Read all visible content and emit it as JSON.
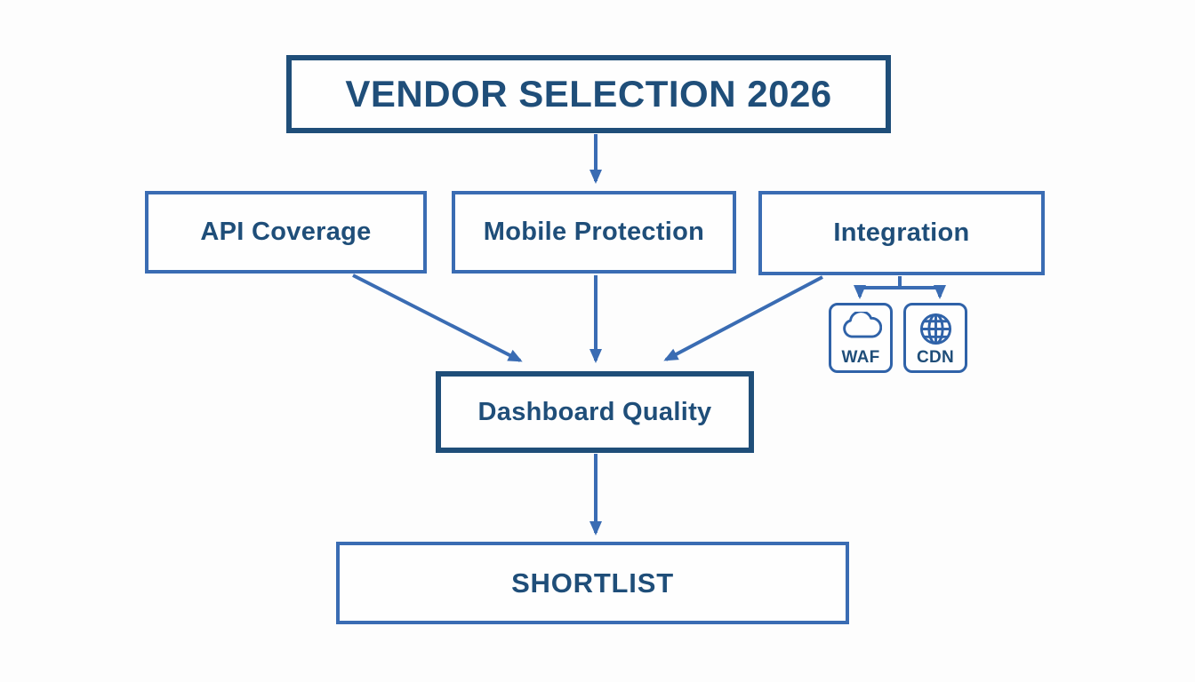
{
  "diagram": {
    "title": "VENDOR SELECTION 2026",
    "criteria": [
      {
        "label": "API Coverage"
      },
      {
        "label": "Mobile Protection"
      },
      {
        "label": "Integration"
      }
    ],
    "evaluation": {
      "label": "Dashboard Quality"
    },
    "result": {
      "label": "SHORTLIST"
    },
    "integration_children": [
      {
        "label": "WAF",
        "icon": "cloud-icon"
      },
      {
        "label": "CDN",
        "icon": "globe-icon"
      }
    ],
    "colors": {
      "dark_navy_border": "#1f4e79",
      "medium_blue_border": "#3a6cb3",
      "arrow_blue": "#3a6cb3",
      "icon_blue": "#2f62a8",
      "text_navy": "#1f4e79",
      "background": "#fdfdfd"
    }
  }
}
